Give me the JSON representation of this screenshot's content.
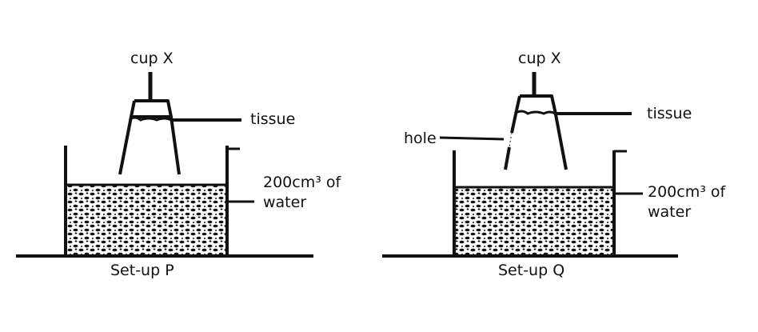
{
  "setup_p": {
    "caption": "Set-up P",
    "cup_label": "cup X",
    "tissue_label": "tissue",
    "water_label_line1": "200cm³ of",
    "water_label_line2": "water"
  },
  "setup_q": {
    "caption": "Set-up Q",
    "cup_label": "cup X",
    "tissue_label": "tissue",
    "hole_label": "hole",
    "water_label_line1": "200cm³ of",
    "water_label_line2": "water"
  },
  "colors": {
    "ink": "#111111",
    "background": "#ffffff"
  }
}
